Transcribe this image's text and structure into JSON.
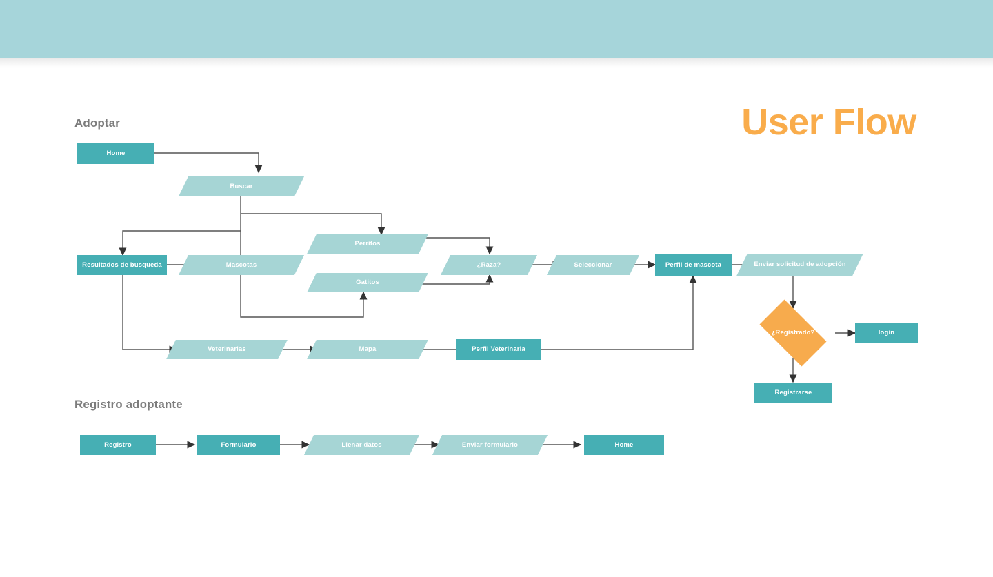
{
  "page": {
    "title": "User Flow",
    "title_color": "#f9ac4b",
    "header_band_color": "#a6d5da",
    "background_color": "#ffffff"
  },
  "theme": {
    "node_dark": "#46afb4",
    "node_light": "#a6d5d5",
    "decision": "#f7ab4d",
    "edge": "#555555",
    "label_text": "#7c7c7c",
    "node_text": "#ffffff"
  },
  "sections": [
    {
      "key": "adoptar",
      "label": "Adoptar"
    },
    {
      "key": "registro",
      "label": "Registro adoptante"
    }
  ],
  "flow": {
    "adoptar": {
      "nodes": [
        {
          "id": "home",
          "label": "Home",
          "shape": "rect",
          "fill": "dark"
        },
        {
          "id": "buscar",
          "label": "Buscar",
          "shape": "parallelogram",
          "fill": "light"
        },
        {
          "id": "resultados",
          "label": "Resultados de busqueda",
          "shape": "rect",
          "fill": "dark"
        },
        {
          "id": "mascotas",
          "label": "Mascotas",
          "shape": "parallelogram",
          "fill": "light"
        },
        {
          "id": "perritos",
          "label": "Perritos",
          "shape": "parallelogram",
          "fill": "light"
        },
        {
          "id": "gatitos",
          "label": "Gatitos",
          "shape": "parallelogram",
          "fill": "light"
        },
        {
          "id": "raza",
          "label": "¿Raza?",
          "shape": "parallelogram",
          "fill": "light"
        },
        {
          "id": "seleccionar",
          "label": "Seleccionar",
          "shape": "parallelogram",
          "fill": "light"
        },
        {
          "id": "perfil_mascota",
          "label": "Perfil de mascota",
          "shape": "rect",
          "fill": "dark"
        },
        {
          "id": "enviar_solicitud",
          "label": "Enviar solicitud de adopción",
          "shape": "parallelogram",
          "fill": "light"
        },
        {
          "id": "registrado",
          "label": "¿Registrado?",
          "shape": "diamond",
          "fill": "orange"
        },
        {
          "id": "login",
          "label": "login",
          "shape": "rect",
          "fill": "dark"
        },
        {
          "id": "registrarse",
          "label": "Registrarse",
          "shape": "rect",
          "fill": "dark"
        },
        {
          "id": "veterinarias",
          "label": "Veterinarias",
          "shape": "parallelogram",
          "fill": "light"
        },
        {
          "id": "mapa",
          "label": "Mapa",
          "shape": "parallelogram",
          "fill": "light"
        },
        {
          "id": "perfil_vet",
          "label": "Perfil Veterinaria",
          "shape": "rect",
          "fill": "dark"
        }
      ],
      "edges": [
        {
          "from": "home",
          "to": "buscar"
        },
        {
          "from": "buscar",
          "to": "resultados"
        },
        {
          "from": "buscar",
          "to": "perritos"
        },
        {
          "from": "buscar",
          "to": "gatitos"
        },
        {
          "from": "resultados",
          "to": "mascotas"
        },
        {
          "from": "resultados",
          "to": "veterinarias"
        },
        {
          "from": "perritos",
          "to": "raza"
        },
        {
          "from": "gatitos",
          "to": "raza"
        },
        {
          "from": "raza",
          "to": "seleccionar"
        },
        {
          "from": "seleccionar",
          "to": "perfil_mascota"
        },
        {
          "from": "perfil_mascota",
          "to": "enviar_solicitud"
        },
        {
          "from": "enviar_solicitud",
          "to": "registrado"
        },
        {
          "from": "registrado",
          "to": "login"
        },
        {
          "from": "registrado",
          "to": "registrarse"
        },
        {
          "from": "veterinarias",
          "to": "mapa"
        },
        {
          "from": "mapa",
          "to": "perfil_vet"
        },
        {
          "from": "perfil_vet",
          "to": "perfil_mascota"
        }
      ]
    },
    "registro": {
      "nodes": [
        {
          "id": "registro",
          "label": "Registro",
          "shape": "rect",
          "fill": "dark"
        },
        {
          "id": "formulario",
          "label": "Formulario",
          "shape": "rect",
          "fill": "dark"
        },
        {
          "id": "llenar",
          "label": "Llenar datos",
          "shape": "parallelogram",
          "fill": "light"
        },
        {
          "id": "enviar",
          "label": "Enviar formulario",
          "shape": "parallelogram",
          "fill": "light"
        },
        {
          "id": "home2",
          "label": "Home",
          "shape": "rect",
          "fill": "dark"
        }
      ],
      "edges": [
        {
          "from": "registro",
          "to": "formulario"
        },
        {
          "from": "formulario",
          "to": "llenar"
        },
        {
          "from": "llenar",
          "to": "enviar"
        },
        {
          "from": "enviar",
          "to": "home2"
        }
      ]
    }
  }
}
